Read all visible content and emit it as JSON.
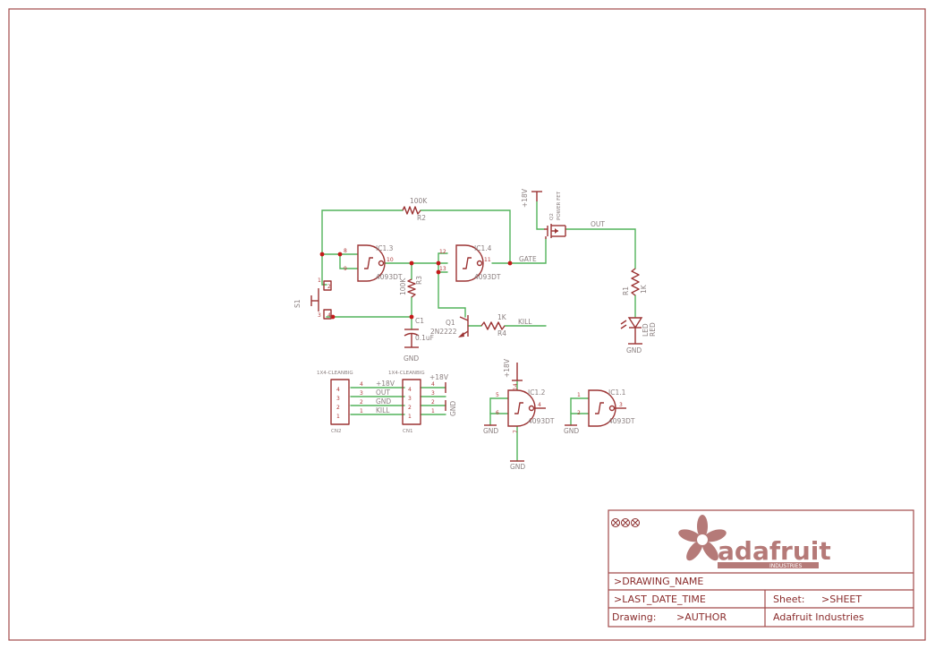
{
  "schematic": {
    "ic13": {
      "ref": "IC1.3",
      "value": "4093DT",
      "pins": [
        "8",
        "9",
        "10"
      ]
    },
    "ic14": {
      "ref": "IC1.4",
      "value": "4093DT",
      "pins": [
        "12",
        "13",
        "11"
      ]
    },
    "ic12": {
      "ref": "IC1.2",
      "value": "4093DT",
      "pins": [
        "5",
        "6",
        "4",
        "14",
        "7"
      ]
    },
    "ic11": {
      "ref": "IC1.1",
      "value": "4093DT",
      "pins": [
        "1",
        "2",
        "3"
      ]
    },
    "r2": {
      "ref": "R2",
      "value": "100K"
    },
    "r3": {
      "ref": "R3",
      "value": "100K"
    },
    "r4": {
      "ref": "R4",
      "value": "1K"
    },
    "r1": {
      "ref": "R1",
      "value": "1K"
    },
    "c1": {
      "ref": "C1",
      "value": "0.1uF"
    },
    "q1": {
      "ref": "Q1",
      "value": "2N2222"
    },
    "q2": {
      "ref": "Q2",
      "value": "POWER FET"
    },
    "s1": {
      "ref": "S1",
      "pins": [
        "1",
        "2",
        "3",
        "4"
      ]
    },
    "led": {
      "ref": "LED",
      "value": "RED"
    },
    "nets": {
      "gate": "GATE",
      "out": "OUT",
      "kill": "KILL",
      "gnd": "GND",
      "v18": "+18V"
    },
    "cn2": {
      "ref": "CN2",
      "type": "1X4-CLEANBIG",
      "pins": [
        "4",
        "3",
        "2",
        "1"
      ]
    },
    "cn1": {
      "ref": "CN1",
      "type": "1X4-CLEANBIG",
      "pins": [
        "4",
        "3",
        "2",
        "1"
      ]
    },
    "connector_nets": [
      {
        "pin": "4",
        "net": "+18V"
      },
      {
        "pin": "3",
        "net": "OUT"
      },
      {
        "pin": "2",
        "net": "GND"
      },
      {
        "pin": "1",
        "net": "KILL"
      }
    ]
  },
  "title_block": {
    "logo_text": "adafruit",
    "logo_sub": "INDUSTRIES",
    "drawing_name": ">DRAWING_NAME",
    "last_date_time": ">LAST_DATE_TIME",
    "sheet_label": "Sheet:",
    "sheet_value": ">SHEET",
    "drawing_label": "Drawing:",
    "author": ">AUTHOR",
    "company": "Adafruit Industries"
  }
}
